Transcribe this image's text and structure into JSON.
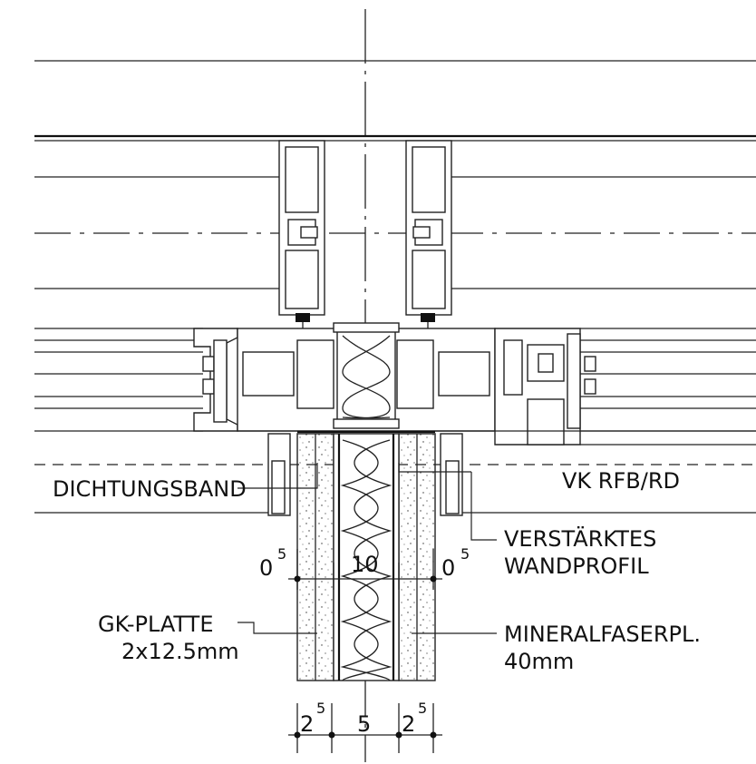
{
  "labels": {
    "dichtungsband": "DICHTUNGSBAND",
    "vk": "VK RFB/RD",
    "verstaerktes_line1": "VERSTÄRKTES",
    "verstaerktes_line2": "WANDPROFIL",
    "gk_line1": "GK-PLATTE",
    "gk_line2": "2x12.5mm",
    "mineral_line1": "MINERALFASERPL.",
    "mineral_line2": "40mm"
  },
  "dimensions": {
    "top": [
      {
        "main": "0",
        "sup": "5"
      },
      {
        "main": "10",
        "sup": ""
      },
      {
        "main": "0",
        "sup": "5"
      }
    ],
    "bottom": [
      {
        "main": "2",
        "sup": "5"
      },
      {
        "main": "5",
        "sup": ""
      },
      {
        "main": "2",
        "sup": "5"
      }
    ]
  }
}
